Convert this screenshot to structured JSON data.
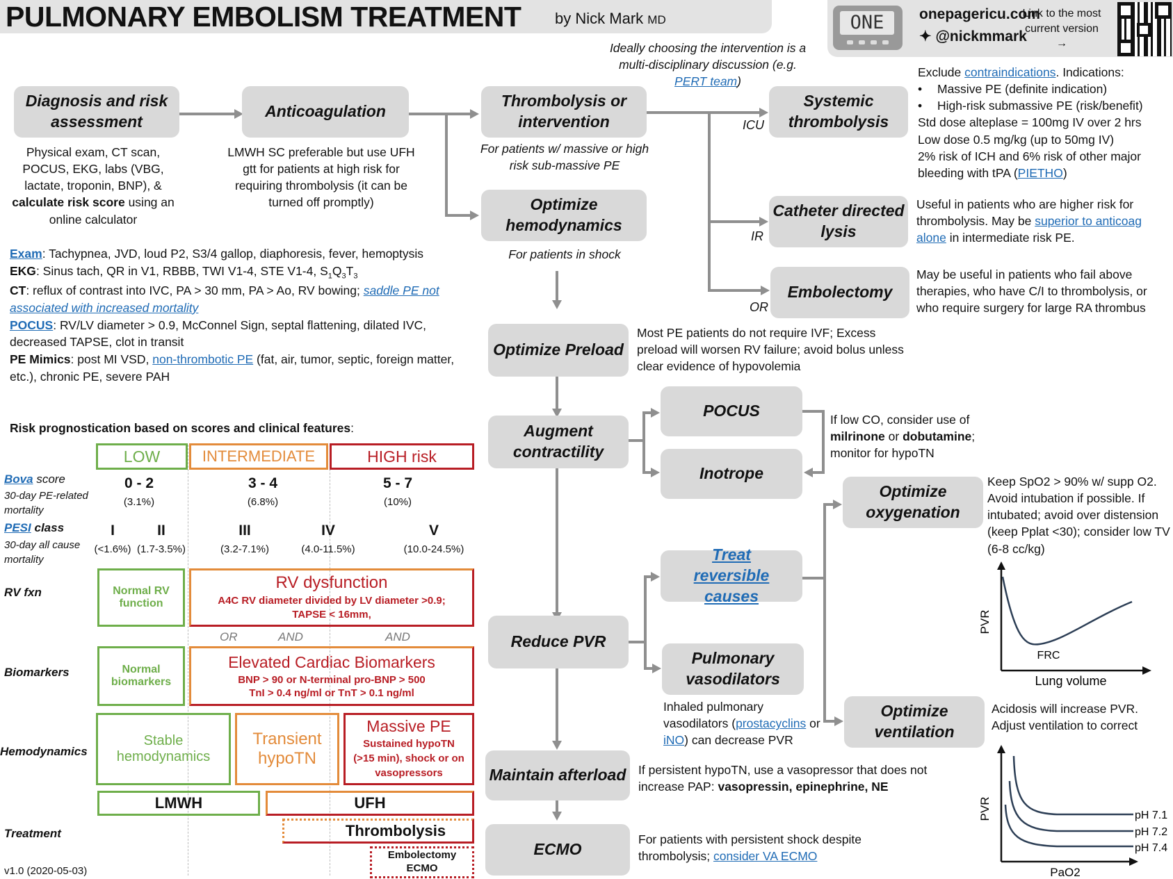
{
  "header": {
    "title": "PULMONARY EMBOLISM TREATMENT",
    "byline": "by",
    "author": "Nick Mark",
    "author_suffix": "MD",
    "logo_text": "ONE",
    "site": "onepagericu.com",
    "handle": "@nickmmark",
    "link_note": "Link to the most current version →"
  },
  "flow": {
    "note": "Ideally choosing the intervention is a multi-disciplinary discussion (e.g.",
    "note_link": "PERT team",
    "note_end": ")",
    "diagnosis": "Diagnosis and risk assessment",
    "diagnosis_desc_1": "Physical exam, CT scan, POCUS, EKG, labs (VBG, lactate, troponin, BNP), &",
    "diagnosis_desc_bold": "calculate risk score",
    "diagnosis_desc_2": "using an online calculator",
    "anticoag": "Anticoagulation",
    "anticoag_desc": "LMWH SC preferable but use UFH gtt for patients at high risk for requiring thrombolysis (it can be turned off promptly)",
    "thrombolysis": "Thrombolysis or intervention",
    "thrombolysis_desc": "For patients w/ massive or high risk sub-massive PE",
    "optimize_hemo": "Optimize hemodynamics",
    "optimize_hemo_desc": "For patients in shock",
    "systemic": "Systemic thrombolysis",
    "icu": "ICU",
    "ir": "IR",
    "or": "OR",
    "systemic_desc_1": "Exclude",
    "systemic_desc_link": "contraindications",
    "systemic_desc_2": ". Indications:",
    "systemic_bullets": [
      "Massive PE (definite indication)",
      "High-risk submassive PE (risk/benefit)"
    ],
    "systemic_desc_3": "Std dose alteplase = 100mg IV over 2 hrs",
    "systemic_desc_4": "Low dose 0.5 mg/kg (up to 50mg IV)",
    "systemic_desc_5": "2% risk of ICH and 6% risk of other major bleeding with tPA (",
    "systemic_desc_link2": "PIETHO",
    "systemic_desc_6": ")",
    "catheter": "Catheter directed lysis",
    "catheter_desc_1": "Useful in patients who are higher risk for thrombolysis. May be",
    "catheter_desc_link": "superior to anticoag alone",
    "catheter_desc_2": "in intermediate risk PE.",
    "embolectomy": "Embolectomy",
    "embolectomy_desc": "May be useful in patients who fail above therapies, who have C/I to thrombolysis, or who require surgery for large RA thrombus",
    "preload": "Optimize Preload",
    "preload_desc": "Most PE patients do not require IVF; Excess preload will worsen RV failure; avoid bolus unless clear evidence of hypovolemia",
    "contractility": "Augment contractility",
    "pocus": "POCUS",
    "inotrope": "Inotrope",
    "inotrope_desc_1": "If low CO, consider use of",
    "inotrope_desc_b1": "milrinone",
    "inotrope_desc_2": "or",
    "inotrope_desc_b2": "dobutamine",
    "inotrope_desc_3": "; monitor for hypoTN",
    "oxygenation": "Optimize oxygenation",
    "oxygenation_desc": "Keep SpO2 > 90% w/ supp O2. Avoid intubation if possible. If intubated; avoid over distension (keep Pplat <30); consider low TV (6-8 cc/kg)",
    "reversible": "Treat reversible causes",
    "pvr": "Reduce PVR",
    "vasodilators": "Pulmonary vasodilators",
    "vasodilators_desc_1": "Inhaled pulmonary vasodilators (",
    "vasodilators_link1": "prostacyclins",
    "vasodilators_desc_2": "or",
    "vasodilators_link2": "iNO",
    "vasodilators_desc_3": ") can decrease PVR",
    "ventilation": "Optimize ventilation",
    "ventilation_desc": "Acidosis will increase PVR. Adjust ventilation to correct",
    "afterload": "Maintain afterload",
    "afterload_desc_1": "If persistent hypoTN, use a vasopressor that does not increase PAP:",
    "afterload_desc_b": "vasopressin, epinephrine, NE",
    "ecmo": "ECMO",
    "ecmo_desc_1": "For patients with persistent shock despite thrombolysis;",
    "ecmo_desc_link": "consider VA ECMO"
  },
  "findings": {
    "exam_label": "Exam",
    "exam": ": Tachypnea, JVD, loud P2, S3/4 gallop, diaphoresis, fever, hemoptysis",
    "ekg_label": "EKG",
    "ekg": ": Sinus tach, QR in V1, RBBB, TWI V1-4, STE V1-4, S",
    "ekg_sub1": "1",
    "ekg_q": "Q",
    "ekg_sub2": "3",
    "ekg_t": "T",
    "ekg_sub3": "3",
    "ct_label": "CT",
    "ct": ": reflux of contrast into IVC, PA > 30 mm, PA > Ao, RV bowing;",
    "ct_link": "saddle PE not associated with increased mortality",
    "pocus_label": "POCUS",
    "pocus": ": RV/LV diameter > 0.9, McConnel Sign, septal flattening, dilated IVC, decreased TAPSE, clot in transit",
    "mimics_label": "PE Mimics",
    "mimics_1": ": post MI VSD,",
    "mimics_link": "non-thrombotic PE",
    "mimics_2": "(fat, air, tumor, septic, foreign matter, etc.), chronic PE, severe PAH"
  },
  "risk": {
    "heading": "Risk prognostication based on scores and clinical features",
    "heading_colon": ":",
    "low": "LOW",
    "intermediate": "INTERMEDIATE",
    "high": "HIGH risk",
    "bova_label": "Bova",
    "bova_label_2": "score",
    "bova_sub": "30-day PE-related mortality",
    "bova_scores": [
      "0 - 2",
      "3 - 4",
      "5 - 7"
    ],
    "bova_pcts": [
      "(3.1%)",
      "(6.8%)",
      "(10%)"
    ],
    "pesi_label": "PESI",
    "pesi_label_2": "class",
    "pesi_sub": "30-day all cause mortality",
    "pesi_classes": [
      "I",
      "II",
      "III",
      "IV",
      "V"
    ],
    "pesi_pcts": [
      "(<1.6%)",
      "(1.7-3.5%)",
      "(3.2-7.1%)",
      "(4.0-11.5%)",
      "(10.0-24.5%)"
    ],
    "rv_label": "RV fxn",
    "rv_normal": "Normal RV function",
    "rv_dys": "RV dysfunction",
    "rv_dys_desc": "A4C RV diameter divided by LV diameter >0.9; TAPSE < 16mm,",
    "connectors": [
      "OR",
      "AND",
      "AND"
    ],
    "bio_label": "Biomarkers",
    "bio_normal": "Normal biomarkers",
    "bio_elev": "Elevated Cardiac Biomarkers",
    "bio_elev_1": "BNP > 90 or N-terminal pro-BNP > 500",
    "bio_elev_2": "TnI > 0.4 ng/ml or TnT > 0.1 ng/ml",
    "hemo_label": "Hemodynamics",
    "hemo_stable": "Stable hemodynamics",
    "hemo_transient": "Transient hypoTN",
    "hemo_massive": "Massive PE",
    "hemo_massive_desc": "Sustained hypoTN (>15 min), shock or on vasopressors",
    "treat_label": "Treatment",
    "treat_lmwh": "LMWH",
    "treat_ufh": "UFH",
    "treat_thrombolysis": "Thrombolysis",
    "treat_embolectomy": "Embolectomy",
    "treat_ecmo": "ECMO"
  },
  "graphs": {
    "pvr_ylabel": "PVR",
    "pvr_xlabel": "Lung volume",
    "pvr_point": "FRC",
    "ph_ylabel": "PVR",
    "ph_xlabel": "PaO2",
    "ph_labels": [
      "pH 7.1",
      "pH 7.2",
      "pH 7.4"
    ]
  },
  "footer": {
    "version": "v1.0 (2020-05-03)"
  },
  "colors": {
    "low": "#6eae4a",
    "intermediate": "#e38b3a",
    "high": "#b81d24",
    "box": "#d9d9d9",
    "link": "#1f6bb5",
    "arrow": "#8f8f8f"
  }
}
